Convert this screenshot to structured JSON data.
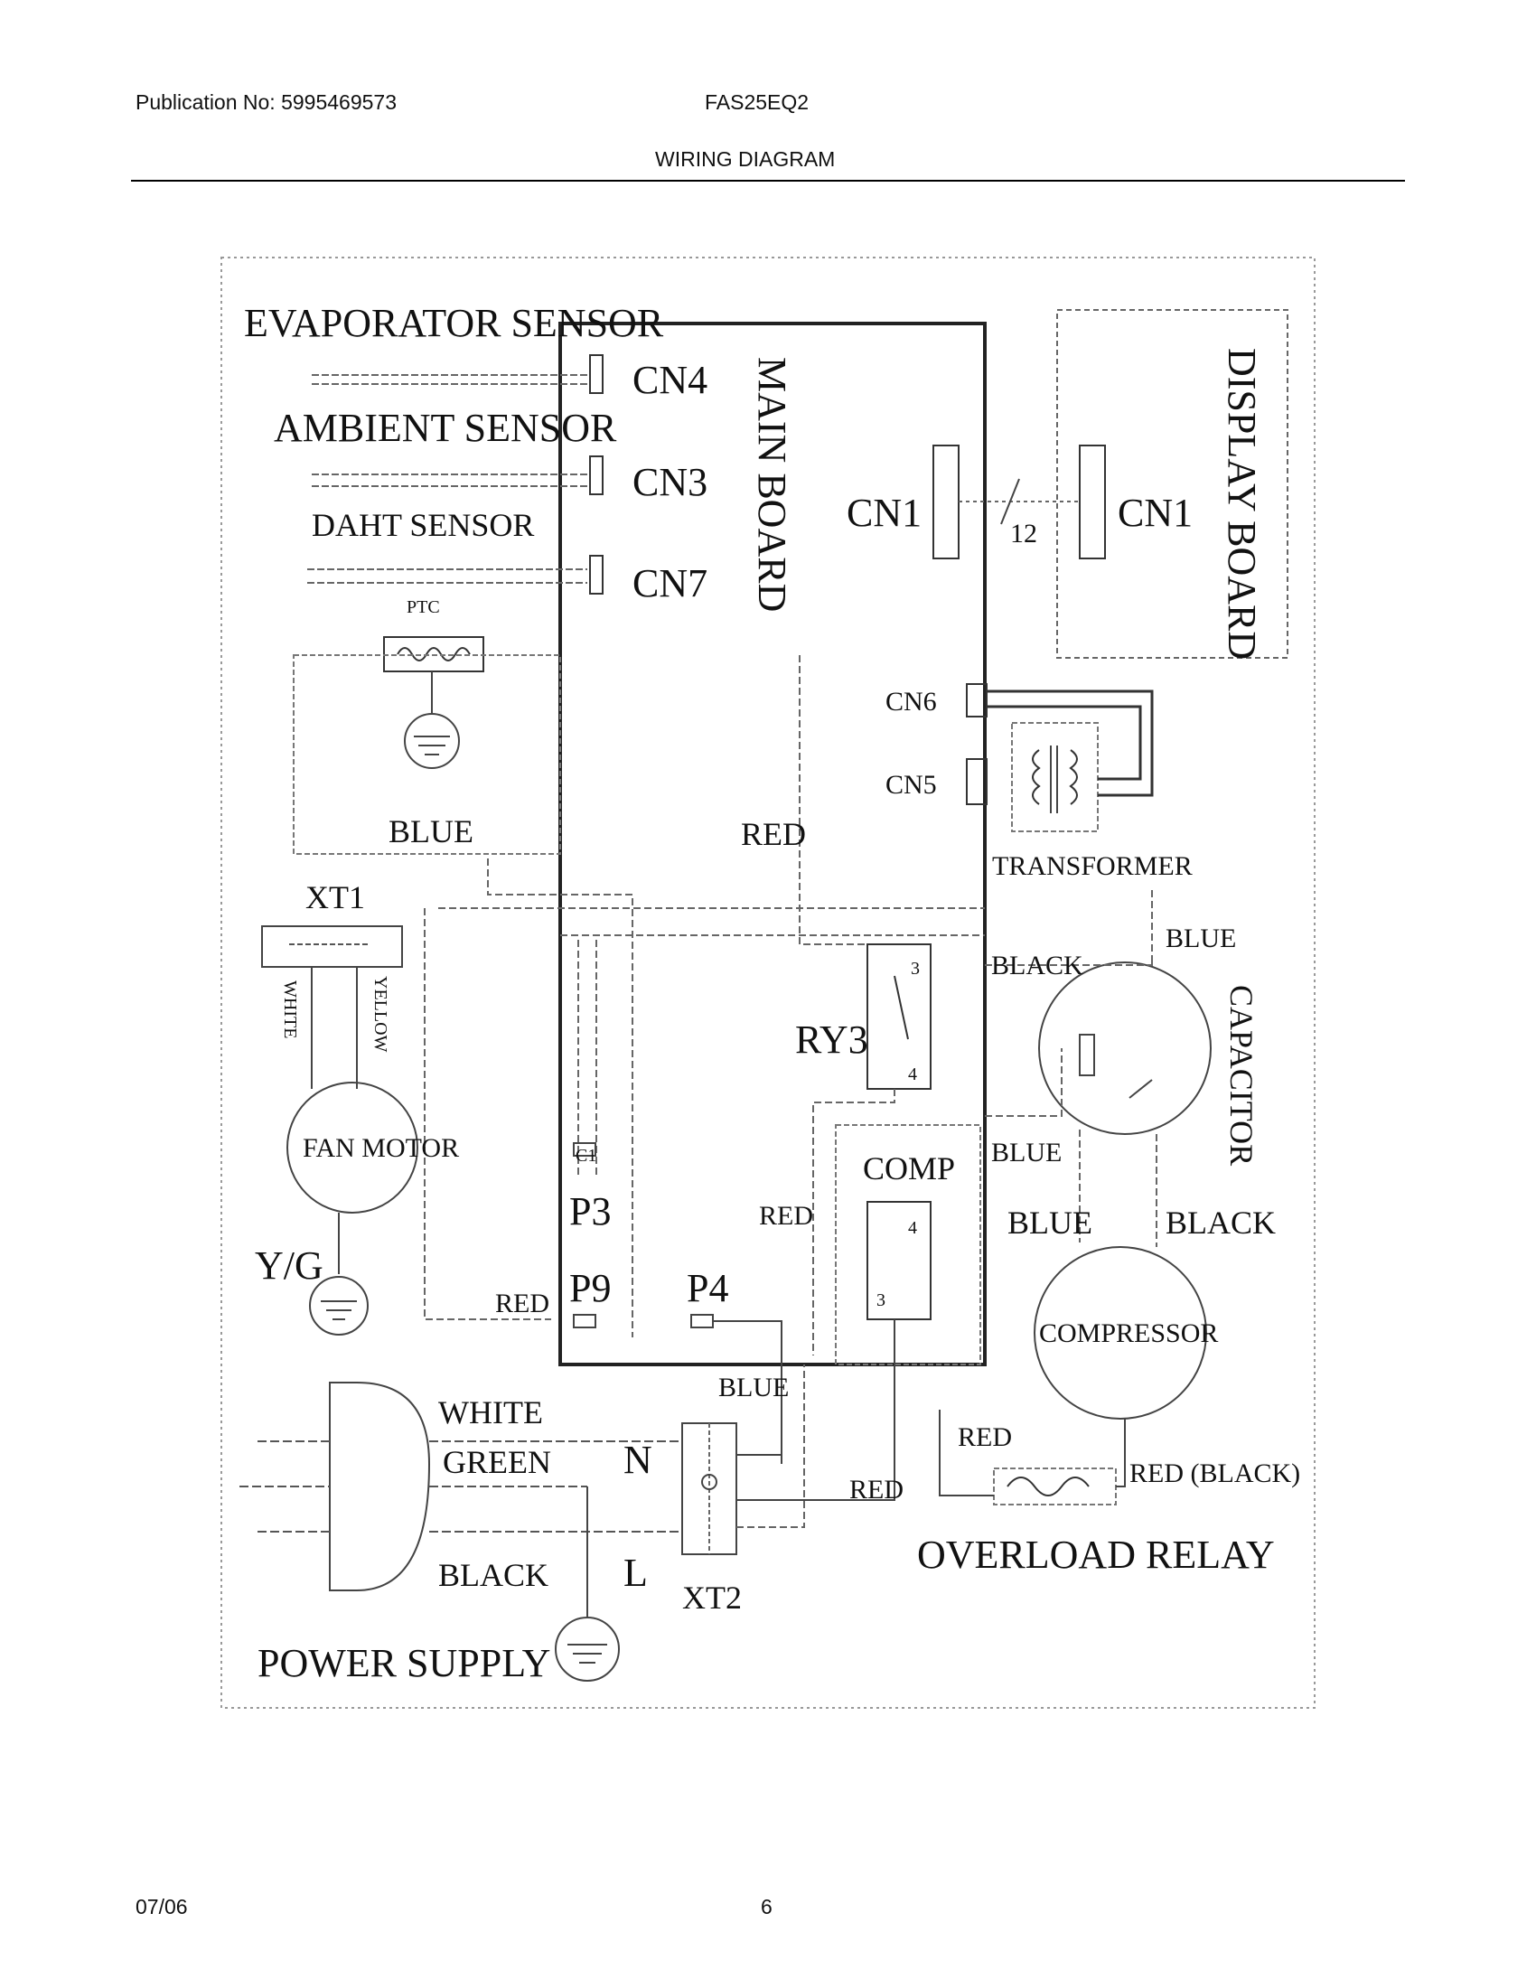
{
  "header": {
    "publication": "Publication No: 5995469573",
    "model": "FAS25EQ2",
    "title": "WIRING DIAGRAM"
  },
  "footer": {
    "date": "07/06",
    "page": "6"
  },
  "diagram": {
    "sensors": {
      "evaporator": "EVAPORATOR SENSOR",
      "ambient": "AMBIENT SENSOR",
      "daht": "DAHT SENSOR",
      "ptc": "PTC"
    },
    "main_board": {
      "title": "MAIN BOARD",
      "cn4": "CN4",
      "cn3": "CN3",
      "cn7": "CN7",
      "cn1": "CN1",
      "cn6": "CN6",
      "cn5": "CN5",
      "ry3": "RY3",
      "p3": "P3",
      "p9": "P9",
      "p4": "P4",
      "comp": "COMP",
      "pin3": "3",
      "pin4": "4",
      "c1": "C1"
    },
    "display_board": {
      "title": "DISPLAY BOARD",
      "cn1": "CN1",
      "wires": "12"
    },
    "components": {
      "transformer": "TRANSFORMER",
      "capacitor": "CAPACITOR",
      "compressor": "COMPRESSOR",
      "fan_motor": "FAN MOTOR",
      "overload_relay": "OVERLOAD RELAY",
      "xt1": "XT1",
      "xt2": "XT2",
      "yg": "Y/G",
      "power_supply": "POWER SUPPLY",
      "n": "N",
      "l": "L"
    },
    "wire_colors": {
      "blue": "BLUE",
      "red": "RED",
      "black": "BLACK",
      "white": "WHITE",
      "green": "GREEN",
      "yellow": "YELLOW",
      "red_black": "RED (BLACK)"
    }
  }
}
